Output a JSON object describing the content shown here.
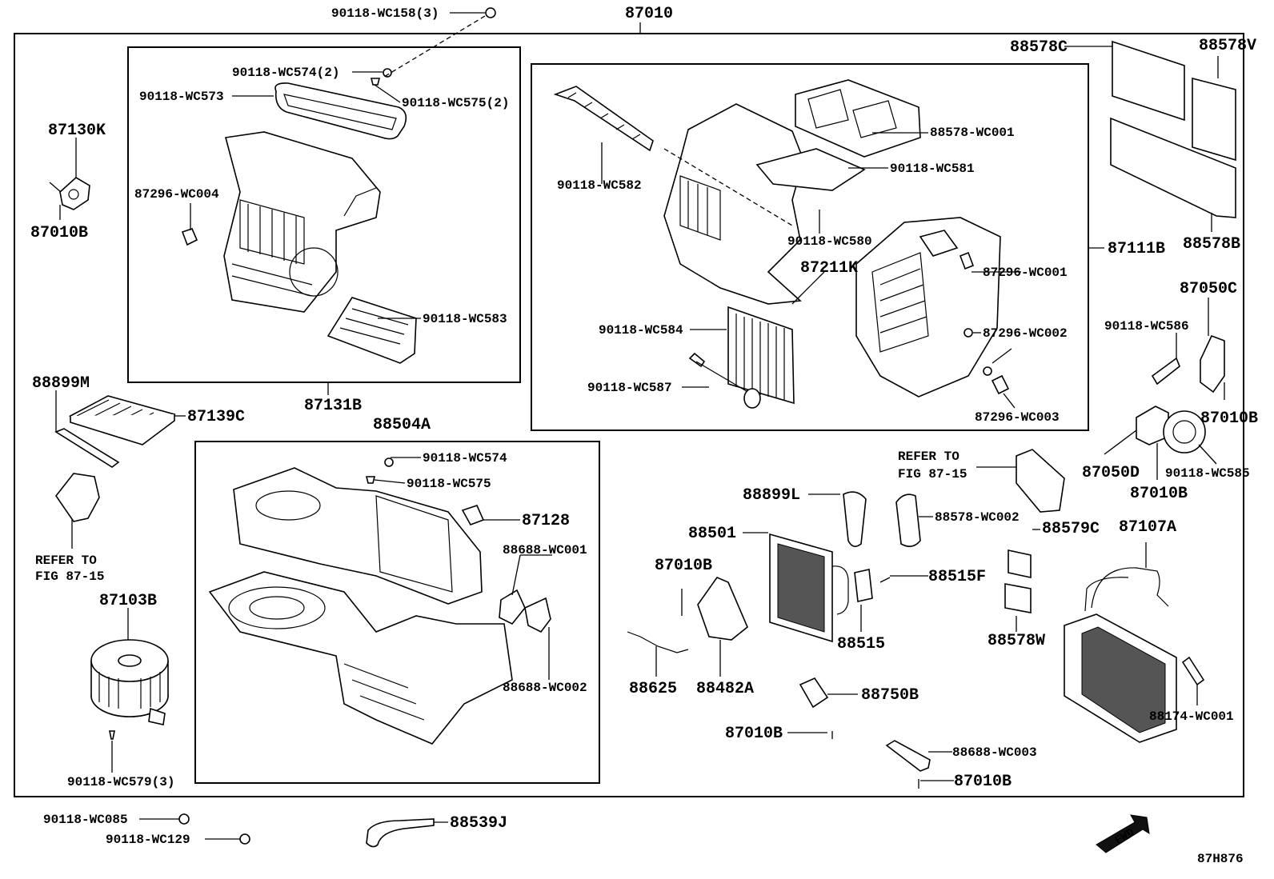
{
  "main_assembly": "87010",
  "diagram_code": "87H876",
  "fwd": "FWD",
  "labels": {
    "p90118_WC158": "90118-WC158(3)",
    "p90118_WC574_2": "90118-WC574(2)",
    "p90118_WC573": "90118-WC573",
    "p90118_WC575_2": "90118-WC575(2)",
    "p87130K": "87130K",
    "p87010B_a": "87010B",
    "p87296_WC004": "87296-WC004",
    "p90118_WC583": "90118-WC583",
    "p87131B": "87131B",
    "p88899M": "88899M",
    "p87139C": "87139C",
    "refer_left_1": "REFER TO",
    "refer_left_2": "FIG 87-15",
    "p87103B": "87103B",
    "p90118_WC579": "90118-WC579(3)",
    "p88504A": "88504A",
    "p90118_WC574": "90118-WC574",
    "p90118_WC575": "90118-WC575",
    "p87128": "87128",
    "p88688_WC001": "88688-WC001",
    "p88688_WC002": "88688-WC002",
    "p90118_WC085": "90118-WC085",
    "p90118_WC129": "90118-WC129",
    "p88539J": "88539J",
    "p90118_WC582": "90118-WC582",
    "p88578_WC001": "88578-WC001",
    "p90118_WC581": "90118-WC581",
    "p90118_WC580": "90118-WC580",
    "p87211K": "87211K",
    "p87296_WC001": "87296-WC001",
    "p87296_WC002": "87296-WC002",
    "p87296_WC003": "87296-WC003",
    "p90118_WC584": "90118-WC584",
    "p90118_WC587": "90118-WC587",
    "p88578C": "88578C",
    "p88578V": "88578V",
    "p88578B": "88578B",
    "p87111B": "87111B",
    "p87050C": "87050C",
    "p90118_WC586": "90118-WC586",
    "p87010B_b": "87010B",
    "p87050D": "87050D",
    "p87010B_c": "87010B",
    "p90118_WC585": "90118-WC585",
    "refer_right_1": "REFER TO",
    "refer_right_2": "FIG 87-15",
    "p88899L": "88899L",
    "p88578_WC002": "88578-WC002",
    "p88579C": "88579C",
    "p88501": "88501",
    "p87010B_d": "87010B",
    "p88515F": "88515F",
    "p88515": "88515",
    "p88578W": "88578W",
    "p87107A": "87107A",
    "p88625": "88625",
    "p88482A": "88482A",
    "p88750B": "88750B",
    "p87010B_e": "87010B",
    "p88688_WC003": "88688-WC003",
    "p87010B_f": "87010B",
    "p88174_WC001": "88174-WC001"
  }
}
